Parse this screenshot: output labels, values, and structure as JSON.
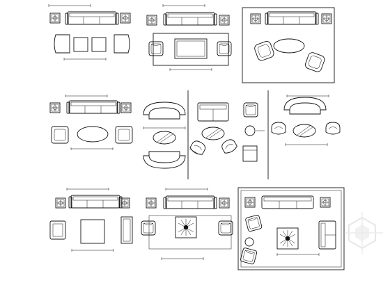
{
  "sheet": {
    "title": "",
    "background": "#ffffff",
    "line_color": "#111111"
  },
  "watermark": {
    "text": "",
    "color": "#c9c9c9"
  },
  "blocks": [
    {
      "name": "block-a",
      "pieces": [
        "sofa",
        "end-tables",
        "armchairs",
        "cube-tables"
      ]
    },
    {
      "name": "block-b",
      "pieces": [
        "sofa",
        "end-tables",
        "armchairs",
        "coffee-table",
        "rug"
      ]
    },
    {
      "name": "block-c",
      "pieces": [
        "sofa",
        "end-tables",
        "round-chairs",
        "oval-table",
        "rug"
      ]
    },
    {
      "name": "block-d",
      "pieces": [
        "sofa",
        "end-tables",
        "armchairs",
        "oval-table"
      ]
    },
    {
      "name": "block-e",
      "pieces": [
        "curved-sofa",
        "oval-table"
      ]
    },
    {
      "name": "block-f",
      "pieces": [
        "sofa",
        "oval-table",
        "tub-chairs"
      ]
    },
    {
      "name": "block-g",
      "pieces": [
        "armchair",
        "round-table",
        "end-table"
      ]
    },
    {
      "name": "block-h",
      "pieces": [
        "curved-sofa",
        "tub-chairs",
        "oval-table"
      ]
    },
    {
      "name": "block-i",
      "pieces": [
        "sofa",
        "end-tables",
        "armchair",
        "square-table",
        "console"
      ]
    },
    {
      "name": "block-j",
      "pieces": [
        "sofa",
        "end-tables",
        "armchairs",
        "plant-rug"
      ]
    },
    {
      "name": "block-k",
      "pieces": [
        "sofa",
        "end-tables",
        "armchairs",
        "plant-rug",
        "rug"
      ]
    }
  ]
}
